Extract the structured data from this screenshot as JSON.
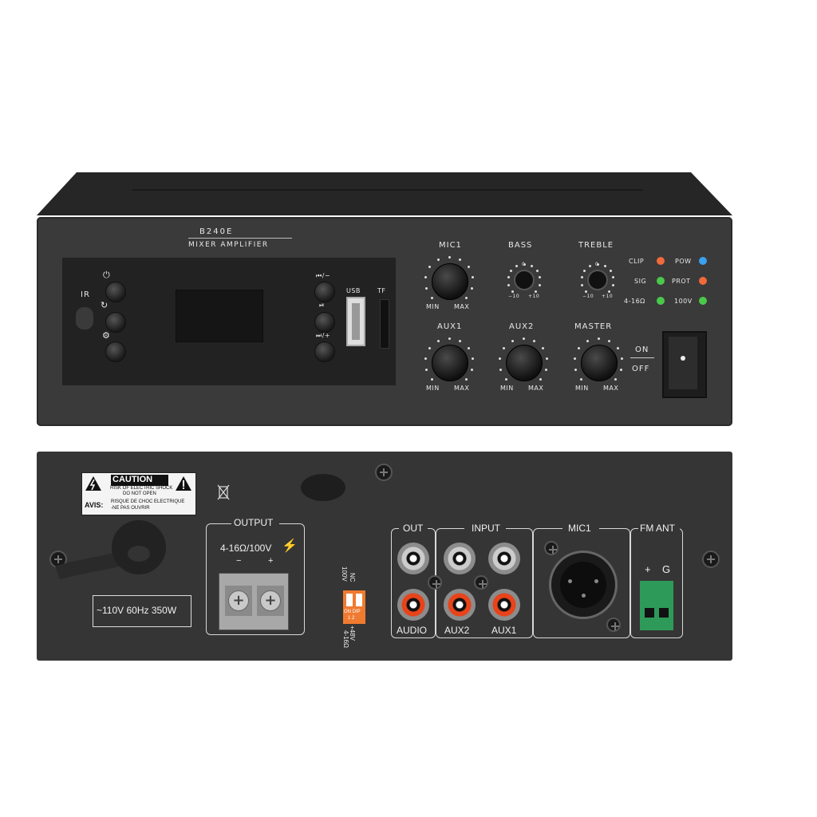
{
  "front": {
    "model": "B240E",
    "subtitle": "MIXER AMPLIFIER",
    "ir_label": "IR",
    "button_icons_left": [
      "power-icon",
      "repeat-icon",
      "settings-icon"
    ],
    "button_icons_left_glyphs": [
      "⏻",
      "↻",
      "⚙"
    ],
    "button_icons_right_glyphs": [
      "⏮/−",
      "⏯",
      "⏭/+"
    ],
    "usb_label": "USB",
    "tf_label": "TF",
    "knobs": {
      "mic1": "MIC1",
      "bass": "BASS",
      "treble": "TREBLE",
      "aux1": "AUX1",
      "aux2": "AUX2",
      "master": "MASTER"
    },
    "scale": {
      "min": "MIN",
      "max": "MAX",
      "tone_low": "−10",
      "tone_mid": "0",
      "tone_high": "+10"
    },
    "indicators": [
      {
        "label": "CLIP",
        "color": "#f06a3a"
      },
      {
        "label": "POW",
        "color": "#3aa0f0"
      },
      {
        "label": "SIG",
        "color": "#4ac84a"
      },
      {
        "label": "PROT",
        "color": "#f06a3a"
      },
      {
        "label": "4-16Ω",
        "color": "#4ac84a"
      },
      {
        "label": "100V",
        "color": "#4ac84a"
      }
    ],
    "power_on": "ON",
    "power_off": "OFF"
  },
  "back": {
    "caution": {
      "title": "CAUTION",
      "line1": "RISK OF ELECTRIC SHOCK",
      "line2": "DO NOT OPEN",
      "avis": "AVIS:",
      "avis_line1": "RISQUE DE CHOC ELECTRIQUE",
      "avis_line2": "-NE PAS OUVRIR"
    },
    "power_rating": "~110V 60Hz 350W",
    "output_label": "OUTPUT",
    "output_spec": "4-16Ω/100V",
    "output_minus": "−",
    "output_plus": "+",
    "dip_labels": {
      "nc": "NC",
      "v100": "100V",
      "v48": "+48V",
      "ohm": "4-16Ω",
      "on_dip": "ON DIP",
      "nums": "1  2"
    },
    "sections": {
      "out": "OUT",
      "input": "INPUT",
      "mic1": "MIC1",
      "fm_ant": "FM ANT"
    },
    "jacks": {
      "audio": "AUDIO",
      "aux2": "AUX2",
      "aux1": "AUX1"
    },
    "fm_terms": {
      "plus": "+",
      "g": "G"
    },
    "colors": {
      "rca_red": "#e8431a",
      "terminal_green": "#2e9a5a",
      "dip_orange": "#f07a30"
    }
  }
}
